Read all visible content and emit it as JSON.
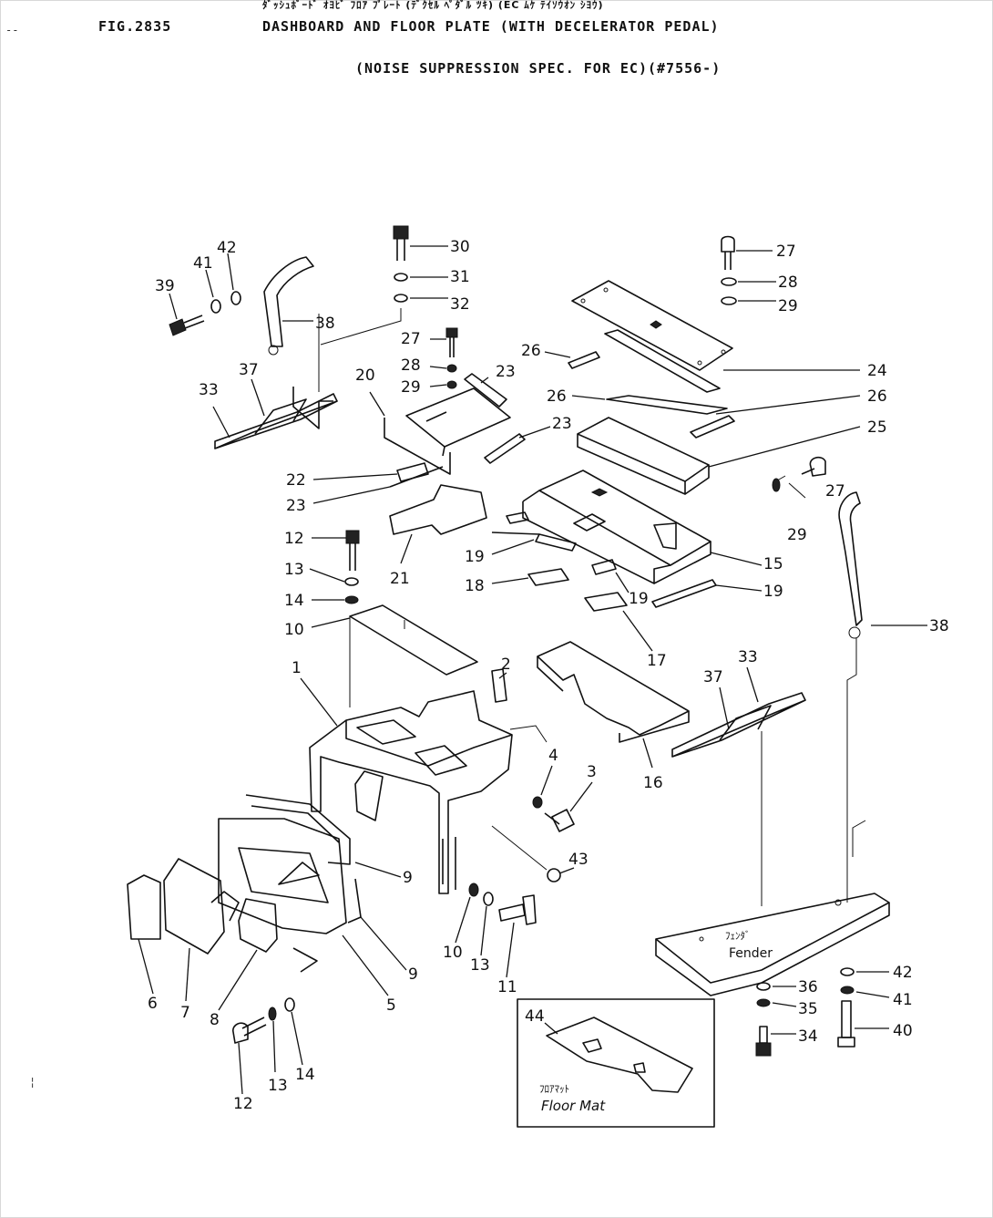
{
  "header": {
    "japanese_line": "ﾀﾞｯｼｭﾎﾞｰﾄﾞ ｵﾖﾋﾞ ﾌﾛｱ ﾌﾟﾚｰﾄ (ﾃﾞｸｾﾙ ﾍﾟﾀﾞﾙ ﾂｷ) (EC ﾑｹ ﾃｲｿｳｵﾝ ｼﾖｳ)",
    "figure_number": "FIG.2835",
    "title": "DASHBOARD AND FLOOR PLATE (WITH DECELERATOR PEDAL)",
    "subtitle": "(NOISE SUPPRESSION SPEC. FOR EC)(#7556-)"
  },
  "inset": {
    "part_number": "44",
    "caption_jp": "ﾌﾛｱﾏｯﾄ",
    "caption_en": "Floor Mat"
  },
  "fender": {
    "label_jp": "ﾌｪﾝﾀﾞ",
    "label_en": "Fender"
  },
  "callouts": [
    {
      "id": "c30",
      "text": "30"
    },
    {
      "id": "c31",
      "text": "31"
    },
    {
      "id": "c32",
      "text": "32"
    },
    {
      "id": "c27a",
      "text": "27"
    },
    {
      "id": "c28a",
      "text": "28"
    },
    {
      "id": "c29a",
      "text": "29"
    },
    {
      "id": "c42a",
      "text": "42"
    },
    {
      "id": "c41a",
      "text": "41"
    },
    {
      "id": "c39",
      "text": "39"
    },
    {
      "id": "c38a",
      "text": "38"
    },
    {
      "id": "c37a",
      "text": "37"
    },
    {
      "id": "c33a",
      "text": "33"
    },
    {
      "id": "c20",
      "text": "20"
    },
    {
      "id": "c27b",
      "text": "27"
    },
    {
      "id": "c28b",
      "text": "28"
    },
    {
      "id": "c29b",
      "text": "29"
    },
    {
      "id": "c23a",
      "text": "23"
    },
    {
      "id": "c26a",
      "text": "26"
    },
    {
      "id": "c26b",
      "text": "26"
    },
    {
      "id": "c26c",
      "text": "26"
    },
    {
      "id": "c24",
      "text": "24"
    },
    {
      "id": "c25",
      "text": "25"
    },
    {
      "id": "c23b",
      "text": "23"
    },
    {
      "id": "c22",
      "text": "22"
    },
    {
      "id": "c23c",
      "text": "23"
    },
    {
      "id": "c27c",
      "text": "27"
    },
    {
      "id": "c29c",
      "text": "29"
    },
    {
      "id": "c12a",
      "text": "12"
    },
    {
      "id": "c13a",
      "text": "13"
    },
    {
      "id": "c14a",
      "text": "14"
    },
    {
      "id": "c10a",
      "text": "10"
    },
    {
      "id": "c21",
      "text": "21"
    },
    {
      "id": "c19a",
      "text": "19"
    },
    {
      "id": "c18",
      "text": "18"
    },
    {
      "id": "c19b",
      "text": "19"
    },
    {
      "id": "c19c",
      "text": "19"
    },
    {
      "id": "c15",
      "text": "15"
    },
    {
      "id": "c17",
      "text": "17"
    },
    {
      "id": "c38b",
      "text": "38"
    },
    {
      "id": "c1",
      "text": "1"
    },
    {
      "id": "c2",
      "text": "2"
    },
    {
      "id": "c16",
      "text": "16"
    },
    {
      "id": "c33b",
      "text": "33"
    },
    {
      "id": "c37b",
      "text": "37"
    },
    {
      "id": "c4",
      "text": "4"
    },
    {
      "id": "c3",
      "text": "3"
    },
    {
      "id": "c43",
      "text": "43"
    },
    {
      "id": "c9a",
      "text": "9"
    },
    {
      "id": "c9b",
      "text": "9"
    },
    {
      "id": "c10b",
      "text": "10"
    },
    {
      "id": "c13b",
      "text": "13"
    },
    {
      "id": "c11",
      "text": "11"
    },
    {
      "id": "c6",
      "text": "6"
    },
    {
      "id": "c7",
      "text": "7"
    },
    {
      "id": "c8",
      "text": "8"
    },
    {
      "id": "c5",
      "text": "5"
    },
    {
      "id": "c12b",
      "text": "12"
    },
    {
      "id": "c13c",
      "text": "13"
    },
    {
      "id": "c14b",
      "text": "14"
    },
    {
      "id": "c42b",
      "text": "42"
    },
    {
      "id": "c41b",
      "text": "41"
    },
    {
      "id": "c36",
      "text": "36"
    },
    {
      "id": "c35",
      "text": "35"
    },
    {
      "id": "c34",
      "text": "34"
    },
    {
      "id": "c40",
      "text": "40"
    }
  ]
}
